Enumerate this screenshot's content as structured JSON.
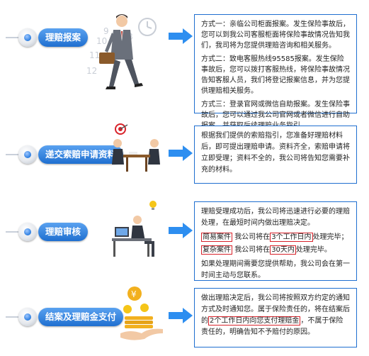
{
  "steps": [
    {
      "label": "理赔报案",
      "paragraphs": [
        "方式一：亲临公司柜面报案。发生保险事故后，您可以到我公司客服柜面将保险事故情况告知我们，我司将为您提供理赔咨询和相关服务。",
        "方式二：致电客服热线95585报案。发生保险事故后，您可以拨打客服热线，将保险事故情况告知客服人员，我们将登记报案信息，并为您提供理赔相关服务。",
        "方式三：登录官网或微信自助报案。发生保险事故后，您可以通过我公司官网或者微信进行自助报案，并获取后续理赔业务指引。"
      ]
    },
    {
      "label": "递交索赔申请资料",
      "paragraphs": [
        "根据我们提供的索赔指引，您准备好理赔材料后，即可提出理赔申请。资料齐全，索赔申请将立即受理；资料不全的，我公司将告知您需要补充的材料。"
      ]
    },
    {
      "label": "理赔审核",
      "intro": "理赔受理成功后，我公司将迅速进行必要的理赔处理，在最短时间内做出理赔决定。",
      "simple_case": "简易案件",
      "simple_mid": "我公司将在",
      "simple_days": "3个工作日内",
      "simple_end": "处理完毕；",
      "complex_case": "复杂案件",
      "complex_mid": "我公司将在",
      "complex_days": "30天内",
      "complex_end": "处理完毕。",
      "outro": "如果处理期间需要您提供帮助，我公司会在第一时间主动与您联系。"
    },
    {
      "label": "结案及理赔金支付",
      "p_start": "做出理赔决定后，我公司将按照双方约定的通知方式及时通知您。属于保险责任的，将在结案后的",
      "p_highlight": "2个工作日内向您支付理赔金",
      "p_end": "，不属于保险责任的，明确告知不予赔付的原因。"
    }
  ],
  "colors": {
    "accent": "#1f6fd0",
    "highlight": "#d8222a",
    "arrow": "#2d8ef0"
  }
}
